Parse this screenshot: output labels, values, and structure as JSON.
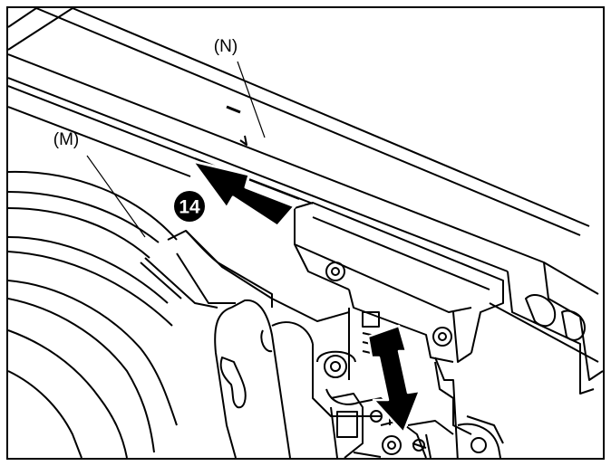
{
  "labels": {
    "part_n": "(N)",
    "part_m": "(M)",
    "step_number": "14"
  },
  "colors": {
    "line": "#000000",
    "background": "#ffffff",
    "arrow_fill": "#000000"
  },
  "icons": {
    "step_marker": "black-circle-number",
    "movement_arrow": "bold-arrow"
  }
}
